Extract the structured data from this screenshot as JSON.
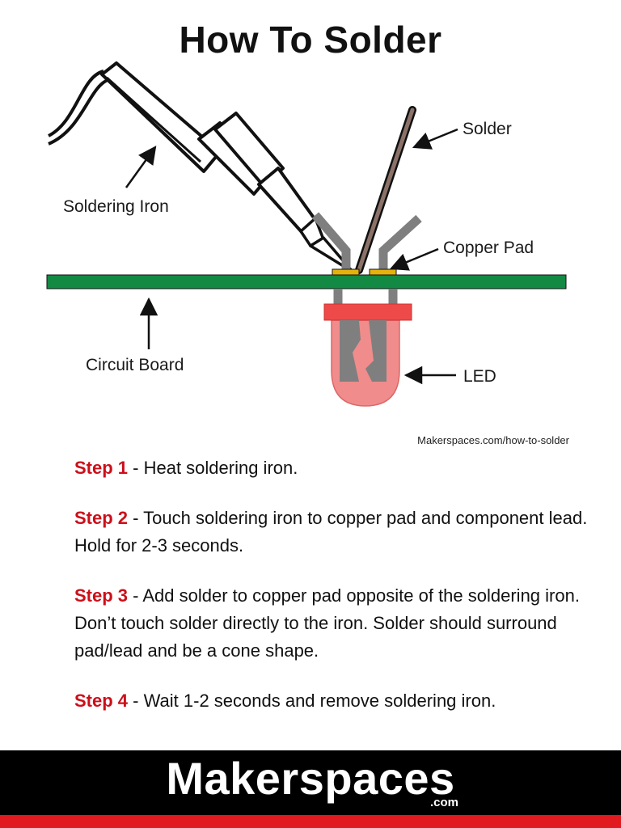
{
  "title": "How To Solder",
  "diagram": {
    "labels": {
      "solder": "Solder",
      "soldering_iron": "Soldering Iron",
      "copper_pad": "Copper Pad",
      "circuit_board": "Circuit Board",
      "led": "LED"
    },
    "colors": {
      "board": "#138a43",
      "copper_pad": "#e3b20b",
      "solder": "#8b7268",
      "led_body": "#f08c8c",
      "led_rim": "#ee4a4a",
      "leads": "#7f7f7f"
    }
  },
  "credit": "Makerspaces.com/how-to-solder",
  "steps": [
    {
      "label": "Step 1",
      "text": " - Heat soldering iron."
    },
    {
      "label": "Step 2",
      "text": " - Touch soldering iron to copper pad and component lead.  Hold for 2-3 seconds."
    },
    {
      "label": "Step 3",
      "text": " - Add solder to copper pad opposite of the soldering iron.  Don’t touch solder directly to the iron.  Solder should surround pad/lead and be a cone shape."
    },
    {
      "label": "Step 4",
      "text": " - Wait 1-2 seconds and remove soldering iron."
    }
  ],
  "footer": {
    "brand": "Makerspaces",
    "brand_suffix": ".com",
    "colors": {
      "band": "#000000",
      "stripe": "#e11a1f"
    }
  }
}
